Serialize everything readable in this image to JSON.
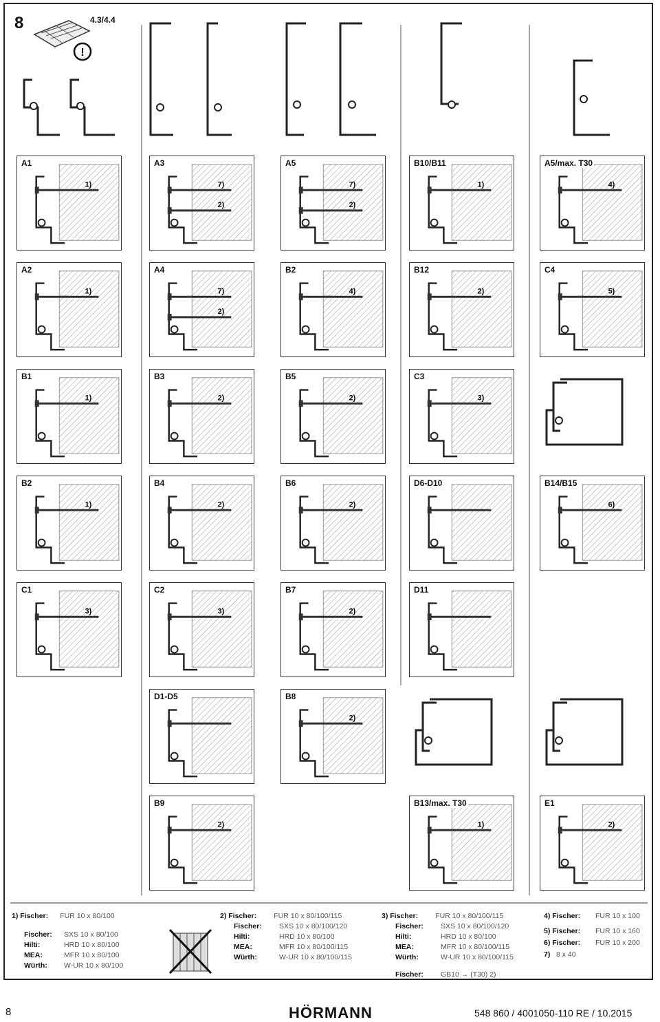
{
  "header": {
    "figure_number": "8",
    "section_ref": "4.3/4.4"
  },
  "panels": [
    {
      "label": "A1",
      "callouts": [
        "1)"
      ]
    },
    {
      "label": "A3",
      "callouts": [
        "7)",
        "2)"
      ]
    },
    {
      "label": "A5",
      "callouts": [
        "7)",
        "2)"
      ]
    },
    {
      "label": "B10/B11",
      "callouts": [
        "1)"
      ]
    },
    {
      "label": "A5/max. T30",
      "callouts": [
        "4)"
      ]
    },
    {
      "label": "A2",
      "callouts": [
        "1)"
      ]
    },
    {
      "label": "A4",
      "callouts": [
        "7)",
        "2)"
      ]
    },
    {
      "label": "B2",
      "callouts": [
        "4)"
      ]
    },
    {
      "label": "B12",
      "callouts": [
        "2)"
      ]
    },
    {
      "label": "C4",
      "callouts": [
        "5)"
      ]
    },
    {
      "label": "B1",
      "callouts": [
        "1)"
      ]
    },
    {
      "label": "B3",
      "callouts": [
        "2)"
      ]
    },
    {
      "label": "B5",
      "callouts": [
        "2)"
      ]
    },
    {
      "label": "C3",
      "callouts": [
        "3)"
      ]
    },
    {
      "label": "",
      "callouts": []
    },
    {
      "label": "B2",
      "callouts": [
        "1)"
      ]
    },
    {
      "label": "B4",
      "callouts": [
        "2)"
      ]
    },
    {
      "label": "B6",
      "callouts": [
        "2)"
      ]
    },
    {
      "label": "D6-D10",
      "callouts": []
    },
    {
      "label": "B14/B15",
      "callouts": [
        "6)"
      ]
    },
    {
      "label": "C1",
      "callouts": [
        "3)"
      ]
    },
    {
      "label": "C2",
      "callouts": [
        "3)"
      ]
    },
    {
      "label": "B7",
      "callouts": [
        "2)"
      ]
    },
    {
      "label": "D11",
      "callouts": []
    },
    {
      "label": "D1-D5",
      "callouts": []
    },
    {
      "label": "B8",
      "callouts": [
        "2)"
      ]
    },
    {
      "label": "B9",
      "callouts": [
        "2)"
      ]
    },
    {
      "label": "B13/max. T30",
      "callouts": [
        "1)"
      ]
    },
    {
      "label": "E1",
      "callouts": [
        "2)"
      ]
    }
  ],
  "legend": {
    "l1": {
      "num": "1)",
      "rows": [
        {
          "k": "Fischer:",
          "v": "FUR 10 x 80/100"
        },
        {
          "k": "Fischer:",
          "v": "SXS 10 x 80/100"
        },
        {
          "k": "Hilti:",
          "v": "HRD 10 x 80/100"
        },
        {
          "k": "MEA:",
          "v": "MFR 10 x 80/100"
        },
        {
          "k": "Würth:",
          "v": "W-UR 10 x 80/100"
        }
      ]
    },
    "l2": {
      "num": "2)",
      "rows": [
        {
          "k": "Fischer:",
          "v": "FUR 10 x 80/100/115"
        },
        {
          "k": "Fischer:",
          "v": "SXS 10 x 80/100/120"
        },
        {
          "k": "Hilti:",
          "v": "HRD 10 x 80/100"
        },
        {
          "k": "MEA:",
          "v": "MFR 10 x 80/100/115"
        },
        {
          "k": "Würth:",
          "v": "W-UR 10 x 80/100/115"
        }
      ]
    },
    "l3": {
      "num": "3)",
      "rows": [
        {
          "k": "Fischer:",
          "v": "FUR 10 x 80/100/115"
        },
        {
          "k": "Fischer:",
          "v": "SXS 10 x 80/100/120"
        },
        {
          "k": "Hilti:",
          "v": "HRD 10 x 80/100"
        },
        {
          "k": "MEA:",
          "v": "MFR 10 x 80/100/115"
        },
        {
          "k": "Würth:",
          "v": "W-UR 10 x 80/100/115"
        },
        {
          "k": "Fischer:",
          "v": "GB10 → (T30) 2)"
        }
      ]
    },
    "l4": {
      "rows": [
        {
          "k": "4) Fischer:",
          "v": "FUR 10 x 100"
        },
        {
          "k": "5) Fischer:",
          "v": "FUR 10 x 160"
        },
        {
          "k": "6) Fischer:",
          "v": "FUR 10 x 200"
        },
        {
          "k": "7)",
          "v": "8 x 40"
        }
      ]
    }
  },
  "footer": {
    "page": "8",
    "brand": "HÖRMANN",
    "doc": "548 860 / 4001050-110  RE / 10.2015"
  }
}
